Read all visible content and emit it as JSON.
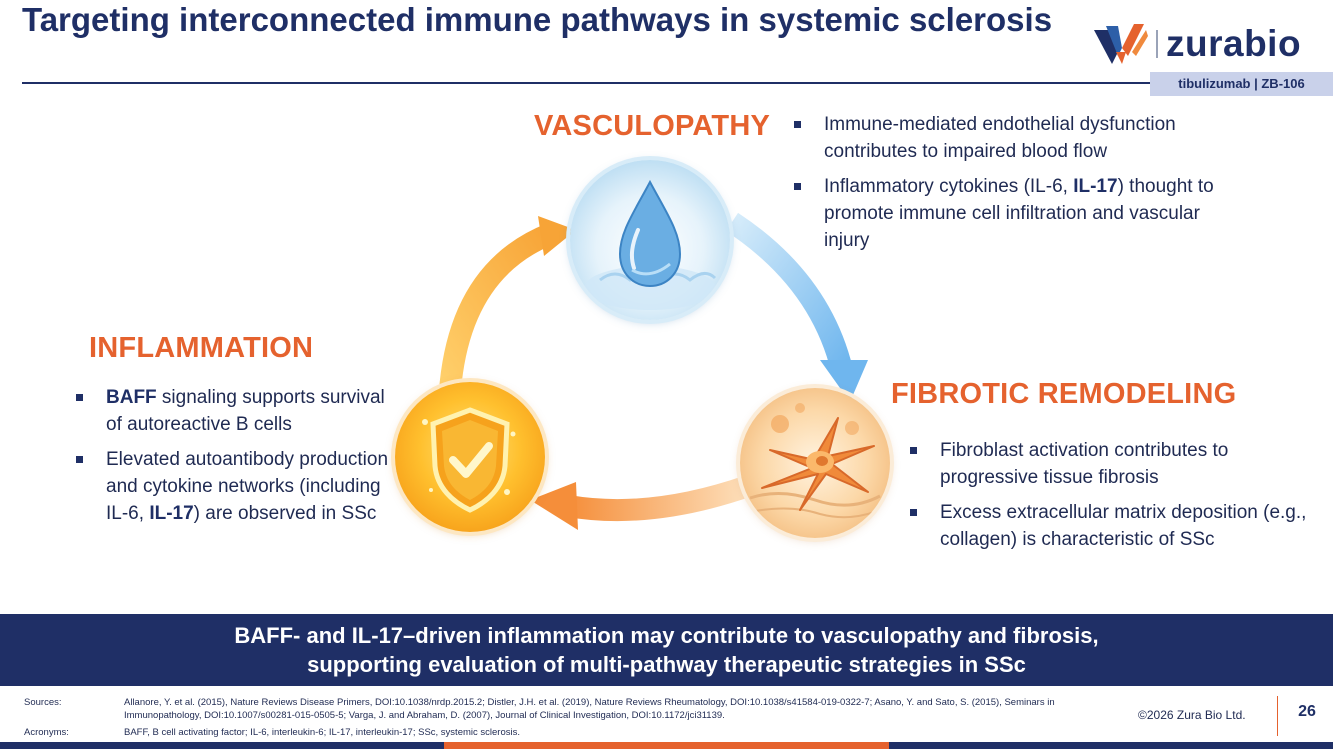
{
  "header": {
    "title": "Targeting interconnected immune pathways in systemic sclerosis",
    "logo_text": "zurabio",
    "tag": "tibulizumab  |  ZB-106"
  },
  "vasculopathy": {
    "heading": "VASCULOPATHY",
    "bullets": [
      {
        "text": "Immune-mediated endothelial dysfunction contributes to impaired blood flow"
      },
      {
        "pre": "Inflammatory cytokines (IL-6, ",
        "bold": "IL-17",
        "post": ") thought to promote immune cell infiltration and vascular injury"
      }
    ]
  },
  "inflammation": {
    "heading": "INFLAMMATION",
    "bullets": [
      {
        "bold": "BAFF",
        "post": " signaling supports survival of autoreactive B cells"
      },
      {
        "pre": "Elevated autoantibody production and cytokine networks (including IL-6, ",
        "bold": "IL-17",
        "post": ") are observed in SSc"
      }
    ]
  },
  "fibrotic": {
    "heading": "FIBROTIC REMODELING",
    "bullets": [
      {
        "text": "Fibroblast activation contributes to progressive tissue fibrosis"
      },
      {
        "text": "Excess extracellular matrix deposition (e.g., collagen) is characteristic of SSc"
      }
    ]
  },
  "banner": {
    "line1": "BAFF- and IL-17–driven inflammation may contribute to vasculopathy and fibrosis,",
    "line2": "supporting evaluation of multi-pathway therapeutic strategies in SSc"
  },
  "footer": {
    "sources_label": "Sources:",
    "sources_text": "Allanore, Y. et al. (2015), Nature Reviews Disease Primers, DOI:10.1038/nrdp.2015.2; Distler, J.H. et al. (2019), Nature Reviews Rheumatology, DOI:10.1038/s41584-019-0322-7; Asano, Y. and Sato, S. (2015), Seminars in Immunopathology, DOI:10.1007/s00281-015-0505-5; Varga, J. and Abraham, D. (2007), Journal of Clinical Investigation, DOI:10.1172/jci31139.",
    "acronyms_label": "Acronyms:",
    "acronyms_text": "BAFF, B cell activating factor; IL-6, interleukin-6; IL-17, interleukin-17; SSc, systemic sclerosis.",
    "copyright": "©2026 Zura Bio Ltd.",
    "page_number": "26"
  },
  "icons": {
    "vasculopathy": "water-drop-icon",
    "inflammation": "shield-check-icon",
    "fibrotic": "fibroblast-cell-icon"
  },
  "colors": {
    "navy": "#1f2f66",
    "orange_heading": "#e5622e",
    "tag_bg": "#c9d1ea",
    "bottom_bar": [
      "#1f2f66",
      "#e5622e",
      "#1f2f66"
    ]
  }
}
